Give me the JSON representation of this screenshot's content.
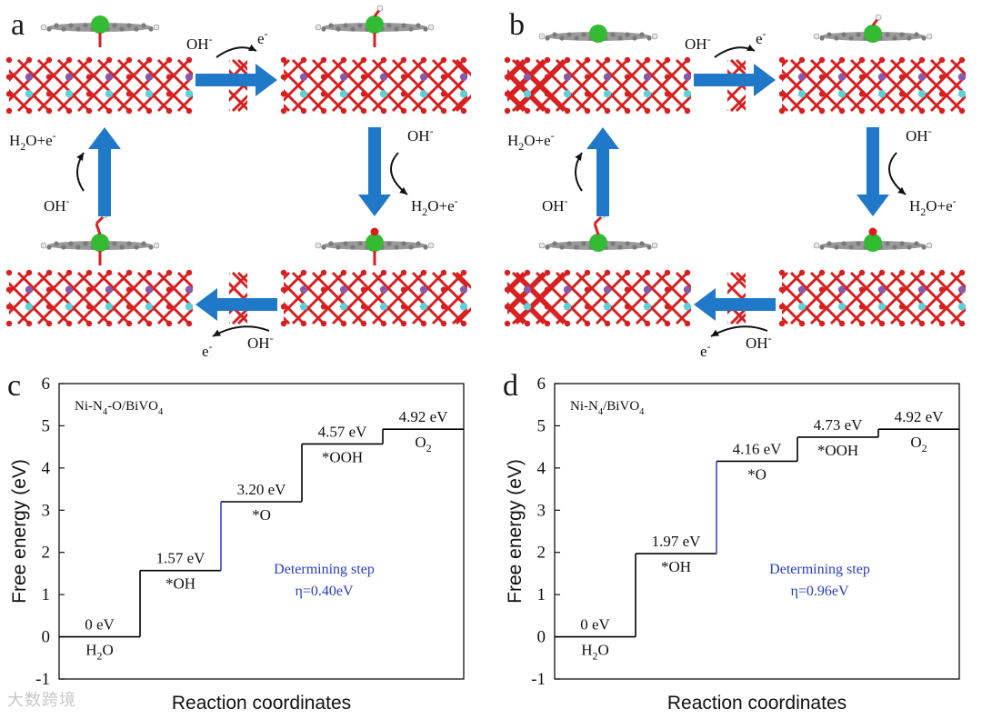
{
  "scheme": {
    "panel_a": {
      "letter": "a",
      "top_reactant": "OH",
      "top_reactant_sup": "-",
      "top_product": "e",
      "top_product_sup": "-",
      "right_reactant": "OH",
      "right_reactant_sup": "-",
      "right_product": "H2O+e-",
      "bottom_reactant": "OH",
      "bottom_reactant_sup": "-",
      "bottom_product": "e",
      "bottom_product_sup": "-",
      "left_reactant": "OH",
      "left_reactant_sup": "-",
      "left_product": "H2O+e-"
    },
    "panel_b": {
      "letter": "b",
      "top_reactant": "OH",
      "top_reactant_sup": "-",
      "top_product": "e",
      "top_product_sup": "-",
      "right_reactant": "OH",
      "right_reactant_sup": "-",
      "right_product": "H2O+e-",
      "bottom_reactant": "OH",
      "bottom_reactant_sup": "-",
      "bottom_product": "e",
      "bottom_product_sup": "-",
      "left_reactant": "OH",
      "left_reactant_sup": "-",
      "left_product": "H2O+e-"
    },
    "colors": {
      "arrow": "#1f78c8",
      "oxygen": "#d81e1e",
      "vanadium": "#8a5aa8",
      "bismuth": "#5fd0d8",
      "nickel": "#33bb33",
      "carbon": "#7a7a7a",
      "nitrogen": "#2030c0"
    }
  },
  "chart_data": [
    {
      "panel": "c",
      "type": "line",
      "system_label": "Ni-N4-O/BiVO4",
      "xlabel": "Reaction coordinates",
      "ylabel": "Free energy (eV)",
      "ylim": [
        -1,
        6
      ],
      "yticks": [
        -1,
        0,
        1,
        2,
        3,
        4,
        5,
        6
      ],
      "steps": [
        {
          "species": "H2O",
          "value": 0.0,
          "energy_label": "0 eV"
        },
        {
          "species": "*OH",
          "value": 1.57,
          "energy_label": "1.57 eV"
        },
        {
          "species": "*O",
          "value": 3.2,
          "energy_label": "3.20 eV"
        },
        {
          "species": "*OOH",
          "value": 4.57,
          "energy_label": "4.57 eV"
        },
        {
          "species": "O2",
          "value": 4.92,
          "energy_label": "4.92 eV"
        }
      ],
      "determining_step_index": 2,
      "determining_label": "Determining step",
      "overpotential_label": "η=0.40eV",
      "line_color": "#000000",
      "highlight_color": "#3a44d0"
    },
    {
      "panel": "d",
      "type": "line",
      "system_label": "Ni-N4/BiVO4",
      "xlabel": "Reaction coordinates",
      "ylabel": "Free energy (eV)",
      "ylim": [
        -1,
        6
      ],
      "yticks": [
        -1,
        0,
        1,
        2,
        3,
        4,
        5,
        6
      ],
      "steps": [
        {
          "species": "H2O",
          "value": 0.0,
          "energy_label": "0 eV"
        },
        {
          "species": "*OH",
          "value": 1.97,
          "energy_label": "1.97 eV"
        },
        {
          "species": "*O",
          "value": 4.16,
          "energy_label": "4.16 eV"
        },
        {
          "species": "*OOH",
          "value": 4.73,
          "energy_label": "4.73 eV"
        },
        {
          "species": "O2",
          "value": 4.92,
          "energy_label": "4.92 eV"
        }
      ],
      "determining_step_index": 2,
      "determining_label": "Determining step",
      "overpotential_label": "η=0.96eV",
      "line_color": "#000000",
      "highlight_color": "#3a44d0"
    }
  ],
  "watermark": "大数跨境"
}
